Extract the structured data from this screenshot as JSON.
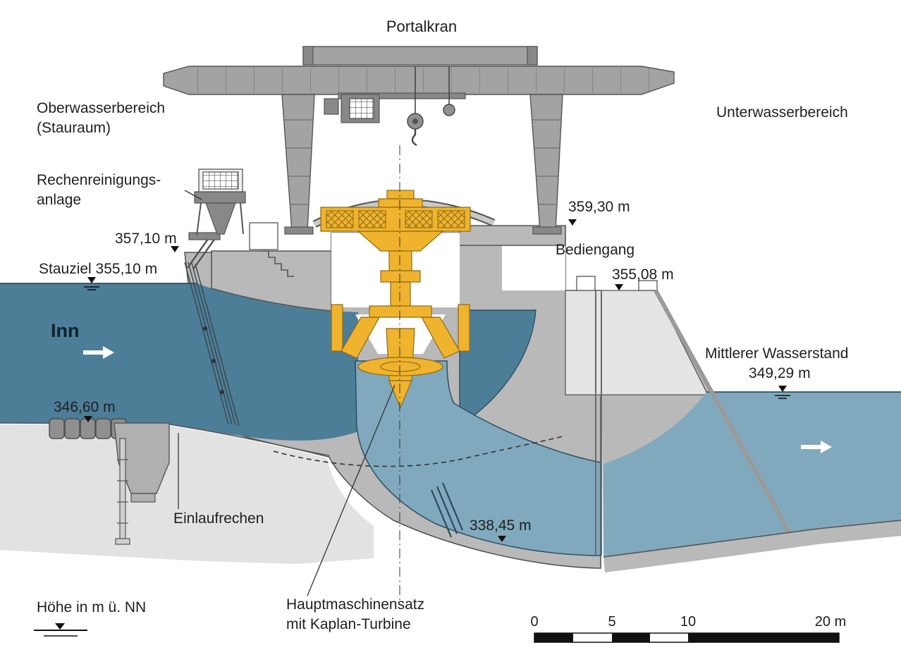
{
  "labels": {
    "portalkran": "Portalkran",
    "oberwasserbereich": [
      "Oberwasserbereich",
      "(Stauraum)"
    ],
    "unterwasserbereich": "Unterwasserbereich",
    "rechenreinigungsanlage": [
      "Rechenreinigungs-",
      "anlage"
    ],
    "elev_357_10": "357,10 m",
    "stauziel": "Stauziel 355,10 m",
    "elev_359_30": "359,30 m",
    "bediengang": "Bediengang",
    "elev_355_08": "355,08 m",
    "inn": "Inn",
    "mittlerer_wasserstand": [
      "Mittlerer Wasserstand",
      "349,29 m"
    ],
    "elev_346_60": "346,60 m",
    "einlaufrechen": "Einlaufrechen",
    "elev_338_45": "338,45 m",
    "hauptmaschinensatz": [
      "Hauptmaschinensatz",
      "mit Kaplan-Turbine"
    ],
    "hoehe_datum": "Höhe in m ü. NN"
  },
  "scale_bar": {
    "t0": "0",
    "t5": "5",
    "t10": "10",
    "t20": "20 m"
  },
  "colors": {
    "water_upstream": "#4d7e98",
    "water_downstream": "#81a9be",
    "concrete": "#b9b9b9",
    "concrete_light": "#e4e4e4",
    "crane": "#a3a3a3",
    "crane_dark": "#888888",
    "soil": "#e2e2e2",
    "turbine_yellow": "#f0b32e",
    "turbine_outline": "#8a6a15",
    "outline": "#555555"
  }
}
